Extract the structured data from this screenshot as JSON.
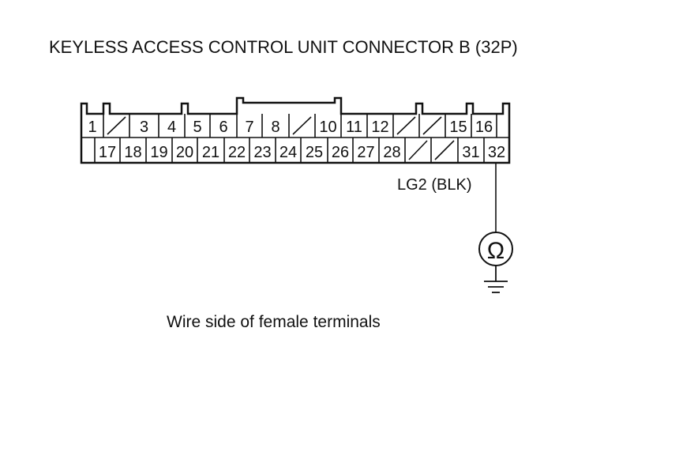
{
  "title": "KEYLESS ACCESS CONTROL UNIT CONNECTOR B (32P)",
  "connector": {
    "row1": [
      "1",
      "",
      "3",
      "4",
      "5",
      "6",
      "7",
      "8",
      "",
      "10",
      "11",
      "12",
      "",
      "",
      "15",
      "16"
    ],
    "row2": [
      "17",
      "18",
      "19",
      "20",
      "21",
      "22",
      "23",
      "24",
      "25",
      "26",
      "27",
      "28",
      "",
      "",
      "31",
      "32"
    ]
  },
  "wire_label": "LG2 (BLK)",
  "meter_symbol": "Ω",
  "caption": "Wire side of female terminals"
}
